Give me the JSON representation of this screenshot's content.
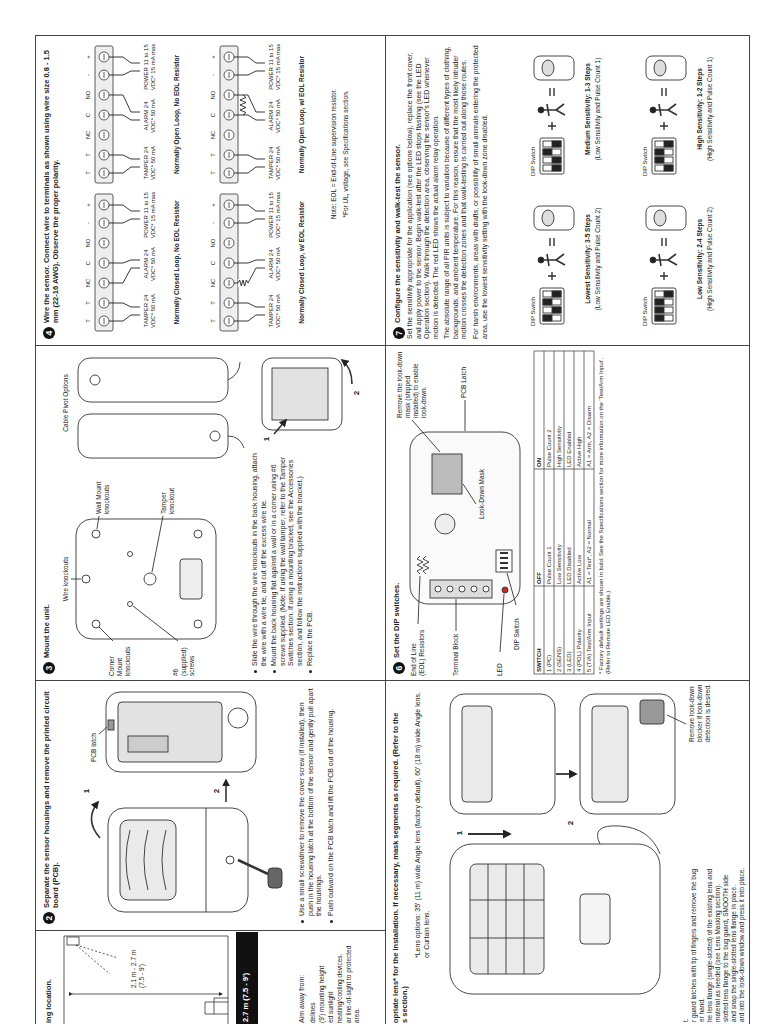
{
  "diagram": {
    "nodes": [
      {
        "text": [
          "ing location.",
          "Aim away from:",
          "delines",
          "(9') mounting height",
          "ed sunlight",
          "heating/cooling devices.",
          "ar line-of-sight to protected area."
        ]
      },
      {
        "text": [
          "2",
          "Separate the sensor housings and remove the printed circuit board (PCB).",
          "Use a small screwdriver to remove the cover screw (if installed), then push in the housing latch at the bottom of the sensor and gently pull apart the housings.",
          "Push outward on the PCB latch and lift the PCB out of the housing."
        ]
      },
      {
        "text": [
          "3",
          "Mount the unit.",
          "Slide the wire through the wire knockouts in the back housing, attach the wire with a wire tie, and cut off the excess wire tie.",
          "Mount the back housing flat against a wall or in a corner using #6 screws supplied. (Note: If using the wall tamper, refer to the Tamper Switches section. If using a mounting bracket, see the Accessories section, and follow the instructions supplied with the bracket.)",
          "Replace the PCB."
        ]
      },
      {
        "text": [
          "4",
          "Wire the sensor. Connect wire to terminals as shown using wire size 0.8 - 1.5 mm (22-16 AWG). Observe the proper polarity."
        ]
      },
      {
        "text": [
          "opriate lens* for the installation. If necessary, mask segments as required. (Refer to the",
          "s section.)",
          "*Lens options: 35' (11 m) wide Angle lens (factory default), 60' (18 m) wide Angle lens, or Curtain lens.",
          "t.",
          "r guard latches with tip of fingers and remove the bug",
          "er hand.",
          "he lens flange (single-slotted) of the existing lens and",
          "material as needed (see Lens Masking section).",
          "slotted lens flange to the bug guard, SMOOTH side",
          "and snap the single-slotted lens flange in place.",
          "ard into the look-down window and press it into place."
        ]
      },
      {
        "text": [
          "6",
          "Set the DIP switches."
        ]
      },
      {
        "text": [
          "7",
          "Configure the sensitivity and walk-test the sensor.",
          "Set the sensitivity appropriate for the application (see options below), replace the front cover, and apply power to the sensor. Begin walk-test after the LED stops flashing (see the LED Operation section). Walk through the detection area, observing the sensor's LED whenever motion is detected. The red LED shows the actual alarm relay operation.",
          "The absolute range of all PIR units is subject to variation because of different types of clothing, backgrounds, and ambient temperature. For this reason, ensure that the most likely intruder motion crosses the detection zones and that walk-testing is carried out along those routes.",
          "For harsh environments, areas with drafts, or possibility of small animals entering the protected area, use the lowest sensitivity setting with the look-down zone disabled."
        ]
      }
    ],
    "labels": [
      "2.7 m (7.5 - 9')",
      "2.1 m - 2.7 m (7.5 - 9')",
      "PCB latch",
      "1",
      "2",
      "Wire knockouts",
      "Wall Mount knockouts",
      "Corner Mount knockouts",
      "Tamper knockout",
      "#6 (supplied) screws",
      "Cable Pivot Options",
      "1",
      "2",
      "T",
      "T",
      "NC",
      "C",
      "NO",
      "-",
      "+",
      "TAMPER 24 VDC* 50 mA",
      "ALARM 24 VDC* 50 mA",
      "POWER 11 to 15 VDC* 15 mA max",
      "Normally Closed Loop, No EOL Resistor",
      "T",
      "T",
      "NC",
      "C",
      "NO",
      "-",
      "+",
      "TAMPER 24 VDC* 50 mA",
      "ALARM 24 VDC* 50 mA",
      "POWER 11 to 15 VDC* 15 mA max",
      "Normally Open Loop, No EOL Resistor",
      "T",
      "T",
      "NC",
      "C",
      "NO",
      "-",
      "+",
      "TAMPER 24 VDC* 50 mA",
      "ALARM 24 VDC* 50 mA",
      "POWER 11 to 15 VDC* 15 mA max",
      "Normally Closed Loop, w/ EOL Resistor",
      "T",
      "T",
      "NC",
      "C",
      "NO",
      "-",
      "+",
      "TAMPER 24 VDC* 50 mA",
      "ALARM 24 VDC* 50 mA",
      "POWER 11 to 15 VDC* 15 mA max",
      "Normally Open Loop, w/ EOL Resistor",
      "Note: EOL = End-of-Line supervision resistor.",
      "*For UL, voltage, see Specifications section.",
      "1",
      "2",
      "Remove look-down blocker if look-down detection is desired.",
      "Remove the look-down mask (shipped installed) to enable look-down.",
      "PCB Latch",
      "End of Line (EOL) Resistors",
      "Terminal Block",
      "LED",
      "DIP Switch",
      "Look-Down Mask",
      "SWITCH",
      "OFF",
      "ON",
      "1 (PC)",
      "Pulse Count 1",
      "Pulse Count 2",
      "2 (SENS)",
      "Low Sensitivity",
      "High Sensitivity",
      "3 (LED)",
      "LED Disabled",
      "LED Enabled",
      "4 (POL) Polarity",
      "Active Low",
      "Active High",
      "5 (T/A) Test/Arm Input",
      "A1 = Test*, A2 = Normal",
      "A1 = Arm, A2 = Disarm",
      "* Factory default settings are shown in bold. See the Specifications section for more information on the 'Test/Arm Input'. (Refer to Remote LED Enable.)",
      "DIP Switch",
      "Lowest Sensitivity: 3-5 Steps",
      "(Low Sensitivity and Pulse Count 2)",
      "DIP Switch",
      "Medium Sensitivity: 1-3 Steps",
      "(Low Sensitivity and Pulse Count 1)",
      "DIP Switch",
      "Low Sensitivity: 2-4 Steps",
      "(High Sensitivity and Pulse Count 2)",
      "DIP Switch",
      "High Sensitivity: 1-2 Steps",
      "(High Sensitivity and Pulse Count 1)"
    ]
  }
}
